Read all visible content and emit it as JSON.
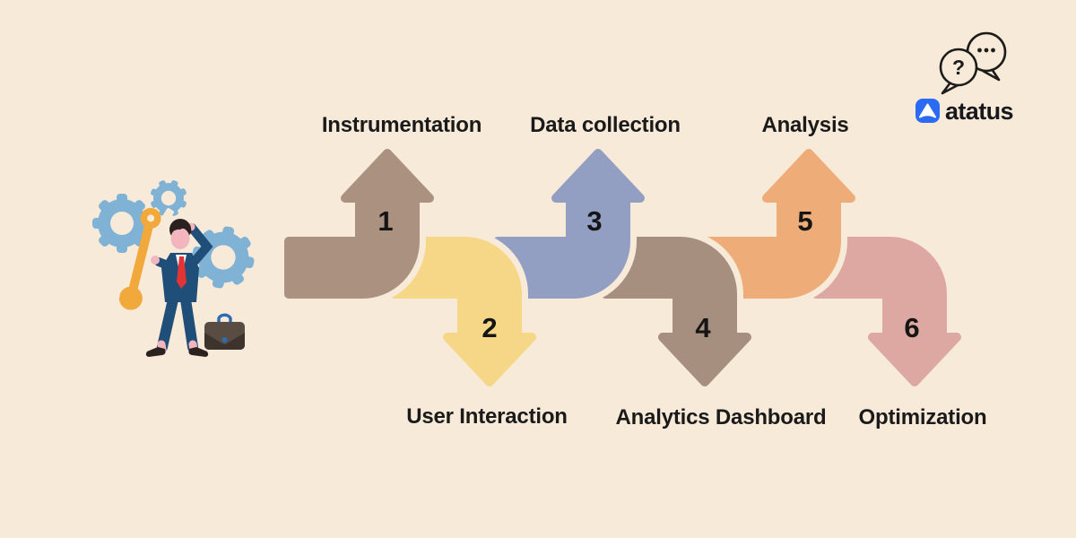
{
  "background_color": "#f8ead9",
  "brand": {
    "name": "atatus",
    "icon": "atatus-triangle-logo",
    "icon_color": "#2b6af3",
    "text_color": "#17181d",
    "bubble_question": "?"
  },
  "steps": [
    {
      "number": "1",
      "label": "Instrumentation",
      "direction": "up",
      "color": "#ab9280"
    },
    {
      "number": "2",
      "label": "User Interaction",
      "direction": "down",
      "color": "#f6d787"
    },
    {
      "number": "3",
      "label": "Data collection",
      "direction": "up",
      "color": "#929fc2"
    },
    {
      "number": "4",
      "label": "Analytics Dashboard",
      "direction": "down",
      "color": "#a78f7f"
    },
    {
      "number": "5",
      "label": "Analysis",
      "direction": "up",
      "color": "#eead78"
    },
    {
      "number": "6",
      "label": "Optimization",
      "direction": "down",
      "color": "#dda7a2"
    }
  ],
  "illustration": {
    "description": "confused businessman scratching head, holding wrench, with gears and briefcase",
    "gear_color": "#7fb2d4",
    "suit_color": "#1f4e79",
    "tie_color": "#e23434",
    "wrench_color": "#f2a93b",
    "skin_color": "#f3b6bf",
    "hair_color": "#2b2220",
    "briefcase_color": "#584c43",
    "briefcase_flap_color": "#3d342d",
    "handle_color": "#2e6db4"
  }
}
